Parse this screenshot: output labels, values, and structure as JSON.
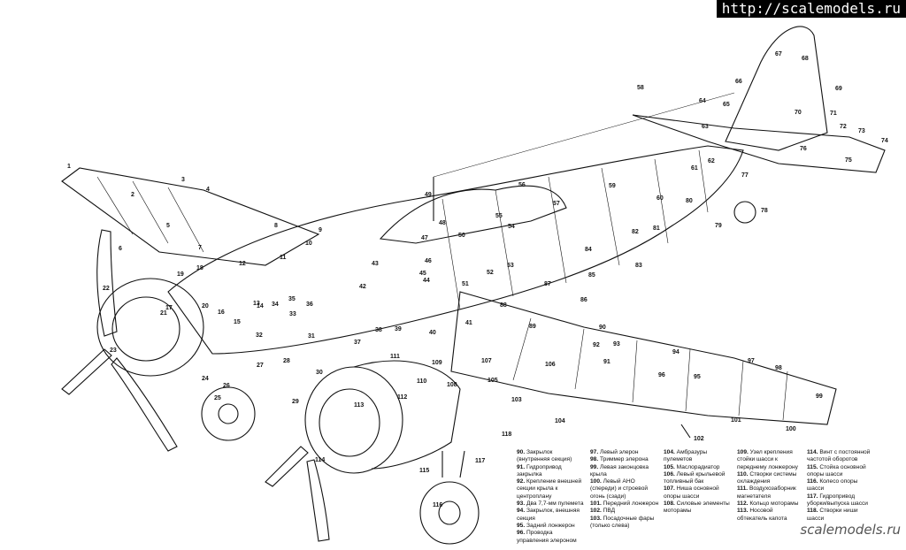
{
  "watermark": {
    "top": "http://scalemodels.ru",
    "bottom": "scalemodels.ru"
  },
  "callouts": [
    "1",
    "2",
    "3",
    "4",
    "5",
    "6",
    "7",
    "8",
    "9",
    "10",
    "11",
    "12",
    "13",
    "14",
    "15",
    "16",
    "17",
    "18",
    "19",
    "20",
    "21",
    "22",
    "23",
    "24",
    "25",
    "26",
    "27",
    "28",
    "29",
    "30",
    "31",
    "32",
    "33",
    "34",
    "35",
    "36",
    "37",
    "38",
    "39",
    "40",
    "41",
    "42",
    "43",
    "44",
    "45",
    "46",
    "47",
    "48",
    "49",
    "50",
    "51",
    "52",
    "53",
    "54",
    "55",
    "56",
    "57",
    "58",
    "59",
    "60",
    "61",
    "62",
    "63",
    "64",
    "65",
    "66",
    "67",
    "68",
    "69",
    "70",
    "71",
    "72",
    "73",
    "74",
    "75",
    "76",
    "77",
    "78",
    "79",
    "80",
    "81",
    "82",
    "83",
    "84",
    "85",
    "86",
    "87",
    "88",
    "89",
    "90",
    "91",
    "92",
    "93",
    "94",
    "95",
    "96",
    "97",
    "98",
    "99",
    "100",
    "101",
    "102",
    "103",
    "104",
    "105",
    "106",
    "107",
    "108",
    "109",
    "110",
    "111",
    "112",
    "113",
    "114",
    "115",
    "116",
    "117",
    "118"
  ],
  "legend": [
    [
      {
        "n": "90.",
        "t": "Закрылок (внутренняя секция)"
      },
      {
        "n": "91.",
        "t": "Гидропривод закрылка"
      },
      {
        "n": "92.",
        "t": "Крепление внешней секции крыла к центроплану"
      },
      {
        "n": "93.",
        "t": "Два 7,7-мм пулемета"
      },
      {
        "n": "94.",
        "t": "Закрылок, внешняя секция"
      },
      {
        "n": "95.",
        "t": "Задний лонжерон"
      },
      {
        "n": "96.",
        "t": "Проводка управления элероном"
      }
    ],
    [
      {
        "n": "97.",
        "t": "Левый элерон"
      },
      {
        "n": "98.",
        "t": "Триммер элерона"
      },
      {
        "n": "99.",
        "t": "Левая законцовка крыла"
      },
      {
        "n": "100.",
        "t": "Левый АНО (спереди) и строевой огонь (сзади)"
      },
      {
        "n": "101.",
        "t": "Передний лонжерон"
      },
      {
        "n": "102.",
        "t": "ПВД"
      },
      {
        "n": "103.",
        "t": "Посадочные фары (только слева)"
      }
    ],
    [
      {
        "n": "104.",
        "t": "Амбразуры пулеметов"
      },
      {
        "n": "105.",
        "t": "Маслорадиатор"
      },
      {
        "n": "106.",
        "t": "Левый крыльевой топливный бак"
      },
      {
        "n": "107.",
        "t": "Ниша основной опоры шасси"
      },
      {
        "n": "108.",
        "t": "Силовые элементы моторамы"
      }
    ],
    [
      {
        "n": "109.",
        "t": "Узел крепления стойки шасси к переднему лонжерону"
      },
      {
        "n": "110.",
        "t": "Створки системы охлаждения"
      },
      {
        "n": "111.",
        "t": "Воздухозаборник магнетателя"
      },
      {
        "n": "112.",
        "t": "Кольцо моторамы"
      },
      {
        "n": "113.",
        "t": "Носовой обтекатель капота"
      }
    ],
    [
      {
        "n": "114.",
        "t": "Винт с постоянной частотой оборотов"
      },
      {
        "n": "115.",
        "t": "Стойка основной опоры шасси"
      },
      {
        "n": "116.",
        "t": "Колесо опоры шасси"
      },
      {
        "n": "117.",
        "t": "Гидропривод уборки/выпуска шасси"
      },
      {
        "n": "118.",
        "t": "Створки ниши шасси"
      }
    ]
  ]
}
